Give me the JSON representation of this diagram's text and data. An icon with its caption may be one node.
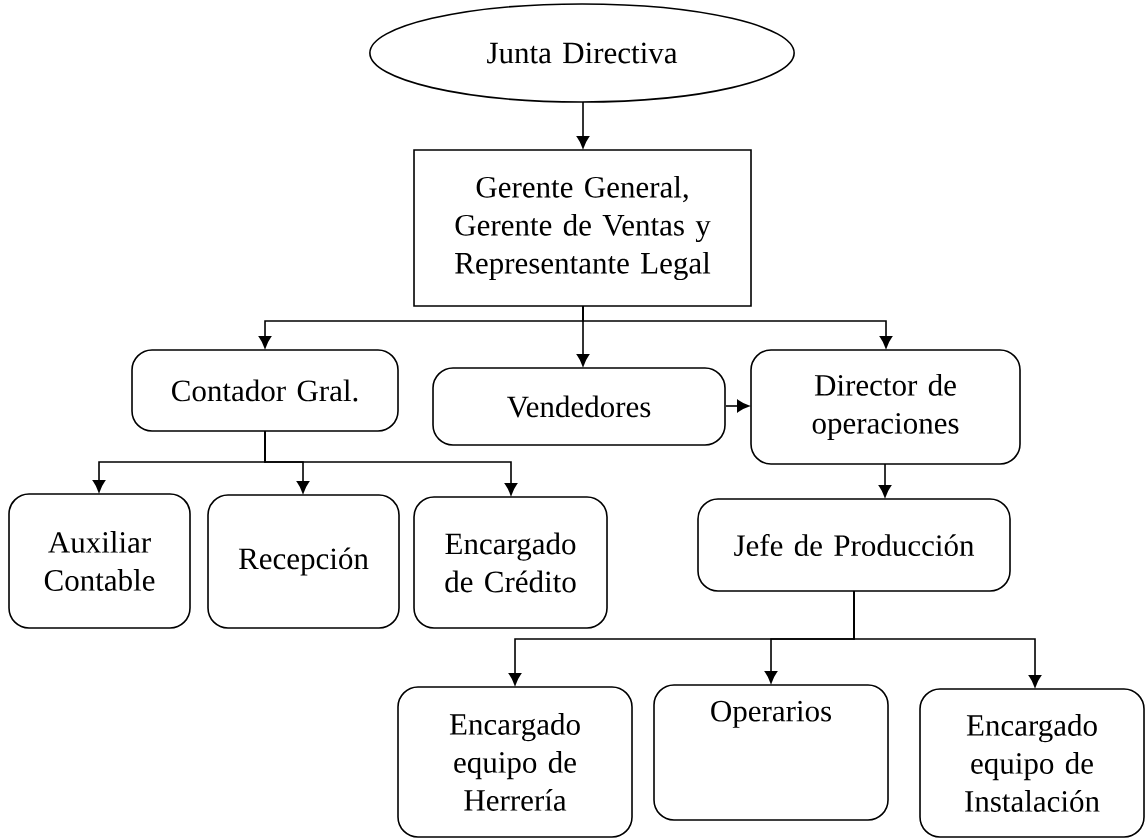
{
  "diagram": {
    "nodes": [
      {
        "text": [
          "Junta Directiva"
        ]
      },
      {
        "text": [
          "Gerente General, Gerente de Ventas y Representante Legal"
        ]
      },
      {
        "text": [
          "Contador Gral."
        ]
      },
      {
        "text": [
          "Vendedores"
        ]
      },
      {
        "text": [
          "Director de operaciones"
        ]
      },
      {
        "text": [
          "Auxiliar Contable"
        ]
      },
      {
        "text": [
          "Recepción"
        ]
      },
      {
        "text": [
          "Encargado de Crédito"
        ]
      },
      {
        "text": [
          "Jefe de Producción"
        ]
      },
      {
        "text": [
          "Encargado equipo de Herrería"
        ]
      },
      {
        "text": [
          "Operarios"
        ]
      },
      {
        "text": [
          "Encargado equipo de Instalación"
        ]
      }
    ],
    "edges": [
      {
        "from": 0,
        "to": 1,
        "arrow": "to"
      },
      {
        "from": 1,
        "to": 2,
        "arrow": "to"
      },
      {
        "from": 1,
        "to": 3,
        "arrow": "to"
      },
      {
        "from": 1,
        "to": 4,
        "arrow": "to"
      },
      {
        "from": 3,
        "to": 4,
        "arrow": "to"
      },
      {
        "from": 2,
        "to": 5,
        "arrow": "to"
      },
      {
        "from": 2,
        "to": 6,
        "arrow": "to"
      },
      {
        "from": 2,
        "to": 7,
        "arrow": "to"
      },
      {
        "from": 4,
        "to": 8,
        "arrow": "to"
      },
      {
        "from": 8,
        "to": 9,
        "arrow": "to"
      },
      {
        "from": 8,
        "to": 10,
        "arrow": "to"
      },
      {
        "from": 8,
        "to": 11,
        "arrow": "to"
      }
    ]
  }
}
